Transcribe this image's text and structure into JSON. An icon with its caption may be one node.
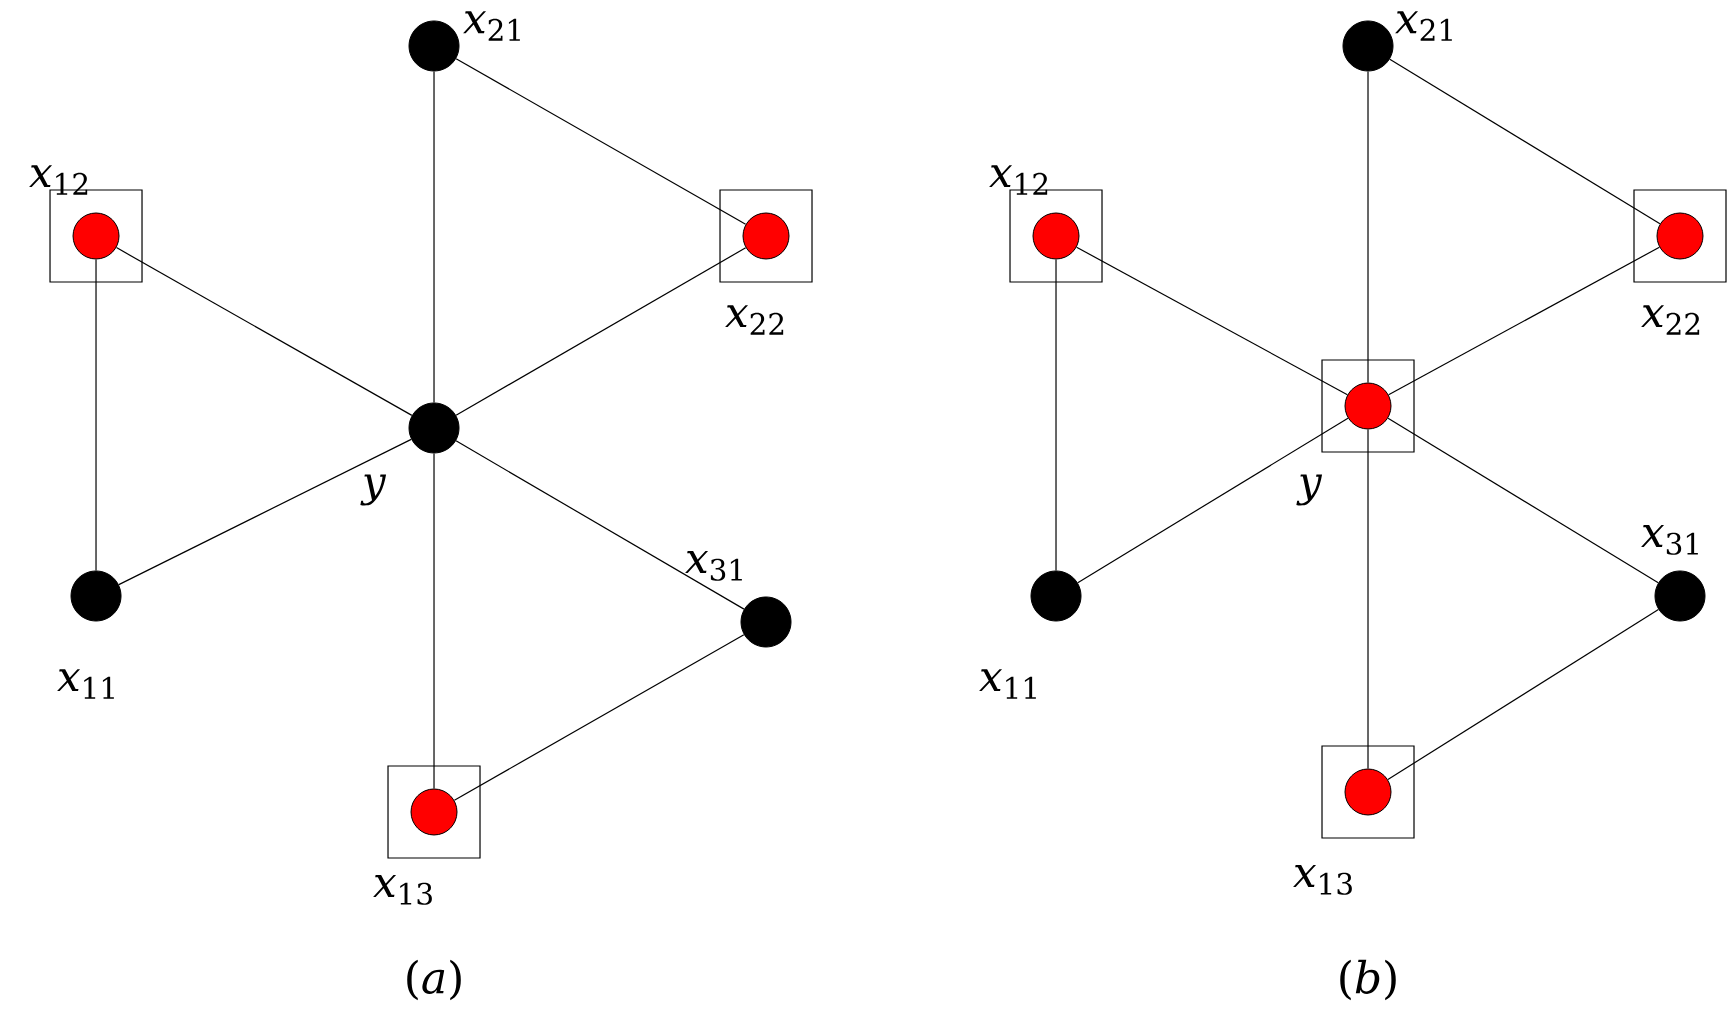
{
  "diagram": {
    "nodes": [
      {
        "text": [],
        "shape": "circle",
        "beside": [
          "*x*$_{21}$"
        ]
      },
      {
        "text": [],
        "shape": "box"
      },
      {
        "text": [],
        "shape": "circle",
        "in": 1,
        "beside": [
          "*x*$_{12}$"
        ]
      },
      {
        "text": [],
        "shape": "box"
      },
      {
        "text": [],
        "shape": "circle",
        "in": 3,
        "beside": [
          "*x*$_{22}$"
        ]
      },
      {
        "text": [],
        "shape": "circle",
        "beside": [
          "*y*"
        ]
      },
      {
        "text": [],
        "shape": "circle",
        "beside": [
          "*x*$_{11}$"
        ]
      },
      {
        "text": [],
        "shape": "circle",
        "beside": [
          "*x*$_{31}$"
        ]
      },
      {
        "text": [],
        "shape": "box"
      },
      {
        "text": [],
        "shape": "circle",
        "in": 8,
        "beside": [
          "*x*$_{13}$"
        ]
      },
      {
        "text": [],
        "shape": "circle",
        "beside": [
          "*x*$_{21}$"
        ]
      },
      {
        "text": [],
        "shape": "box"
      },
      {
        "text": [],
        "shape": "circle",
        "in": 11,
        "beside": [
          "*x*$_{12}$"
        ]
      },
      {
        "text": [],
        "shape": "box"
      },
      {
        "text": [],
        "shape": "circle",
        "in": 13,
        "beside": [
          "*x*$_{22}$"
        ]
      },
      {
        "text": [],
        "shape": "box"
      },
      {
        "text": [],
        "shape": "circle",
        "in": 15,
        "beside": [
          "*y*"
        ]
      },
      {
        "text": [],
        "shape": "circle",
        "beside": [
          "*x*$_{11}$"
        ]
      },
      {
        "text": [],
        "shape": "circle",
        "beside": [
          "*x*$_{31}$"
        ]
      },
      {
        "text": [],
        "shape": "box"
      },
      {
        "text": [],
        "shape": "circle",
        "in": 19,
        "beside": [
          "*x*$_{13}$"
        ]
      }
    ],
    "edges": [
      {
        "from": 0,
        "to": 5,
        "arrow": "none"
      },
      {
        "from": 0,
        "to": 4,
        "arrow": "none"
      },
      {
        "from": 2,
        "to": 5,
        "arrow": "none"
      },
      {
        "from": 2,
        "to": 6,
        "arrow": "none"
      },
      {
        "from": 6,
        "to": 5,
        "arrow": "none"
      },
      {
        "from": 4,
        "to": 5,
        "arrow": "none"
      },
      {
        "from": 5,
        "to": 7,
        "arrow": "none"
      },
      {
        "from": 5,
        "to": 9,
        "arrow": "none"
      },
      {
        "from": 7,
        "to": 9,
        "arrow": "none"
      },
      {
        "from": 10,
        "to": 16,
        "arrow": "none"
      },
      {
        "from": 10,
        "to": 14,
        "arrow": "none"
      },
      {
        "from": 12,
        "to": 16,
        "arrow": "none"
      },
      {
        "from": 12,
        "to": 17,
        "arrow": "none"
      },
      {
        "from": 17,
        "to": 16,
        "arrow": "none"
      },
      {
        "from": 14,
        "to": 16,
        "arrow": "none"
      },
      {
        "from": 16,
        "to": 18,
        "arrow": "none"
      },
      {
        "from": 16,
        "to": 20,
        "arrow": "none"
      },
      {
        "from": 18,
        "to": 20,
        "arrow": "none"
      }
    ],
    "labels": [
      "(*a*)",
      "(*b*)"
    ]
  }
}
